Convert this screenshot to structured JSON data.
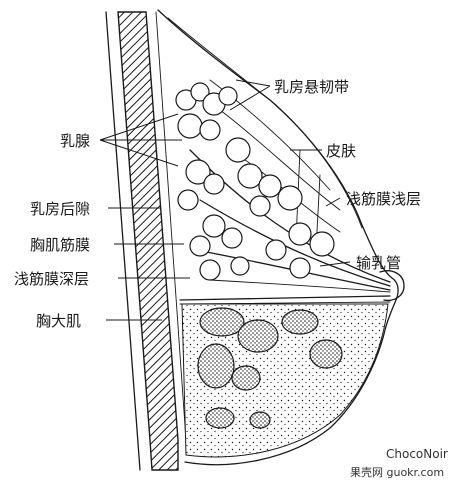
{
  "labels": {
    "suspensory_ligament": "乳房悬韧带",
    "mammary_gland": "乳腺",
    "skin": "皮肤",
    "retromammary_space": "乳房后隙",
    "superficial_fascia_superficial_layer": "浅筋膜浅层",
    "pectoral_fascia": "胸肌筋膜",
    "lactiferous_duct": "输乳管",
    "superficial_fascia_deep_layer": "浅筋膜深层",
    "pectoralis_major": "胸大肌"
  },
  "watermark": {
    "brand": "ChocoNoir",
    "site": "果壳网 guokr.com"
  }
}
